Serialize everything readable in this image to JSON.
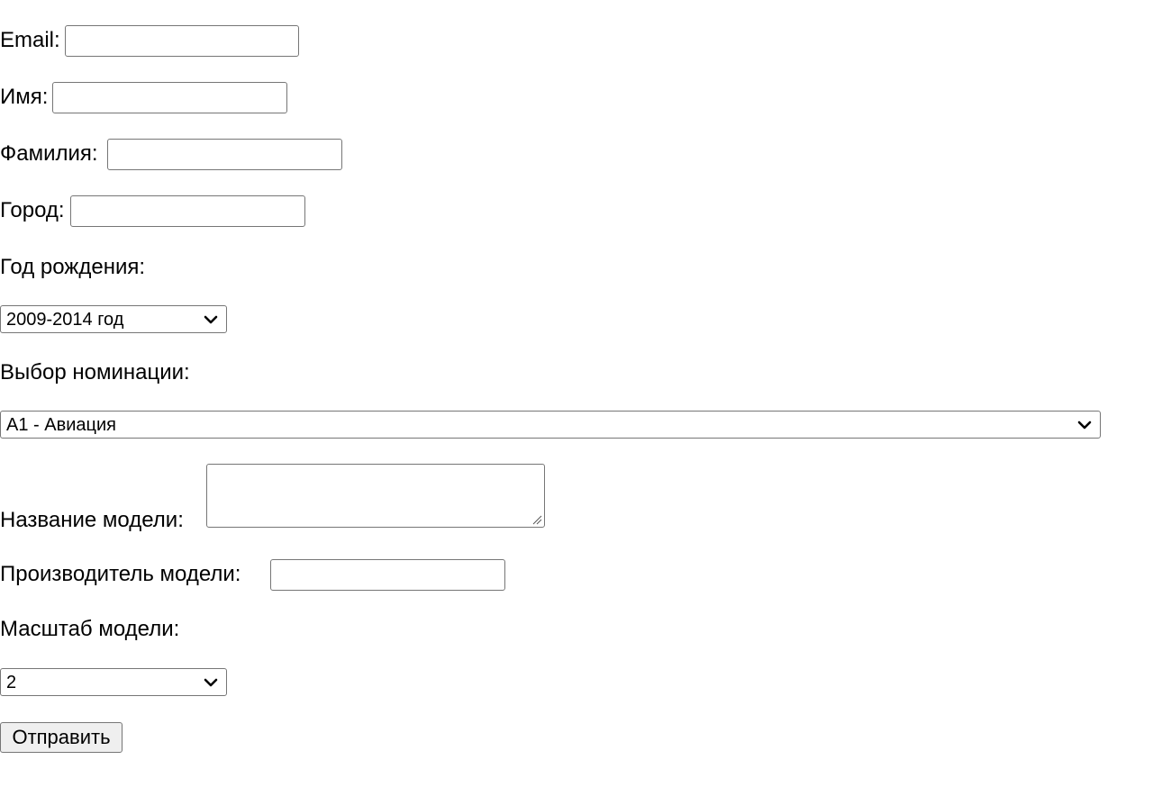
{
  "form": {
    "email": {
      "label": "Email:",
      "value": ""
    },
    "first_name": {
      "label": "Имя:",
      "value": ""
    },
    "last_name": {
      "label": "Фамилия:",
      "value": ""
    },
    "city": {
      "label": "Город:",
      "value": ""
    },
    "birth_year": {
      "label": "Год рождения:",
      "selected": "2009-2014 год"
    },
    "nomination": {
      "label": "Выбор номинации:",
      "selected": "А1 - Авиация"
    },
    "model_name": {
      "label": "Название модели:",
      "value": ""
    },
    "model_manufacturer": {
      "label": "Производитель модели:",
      "value": ""
    },
    "model_scale": {
      "label": "Масштаб модели:",
      "selected": "2"
    },
    "submit_label": "Отправить"
  },
  "icons": {
    "dropdown": "chevron-down-icon",
    "resize": "resize-handle-icon"
  },
  "colors": {
    "border": "#767676",
    "button_background": "#efefef"
  }
}
